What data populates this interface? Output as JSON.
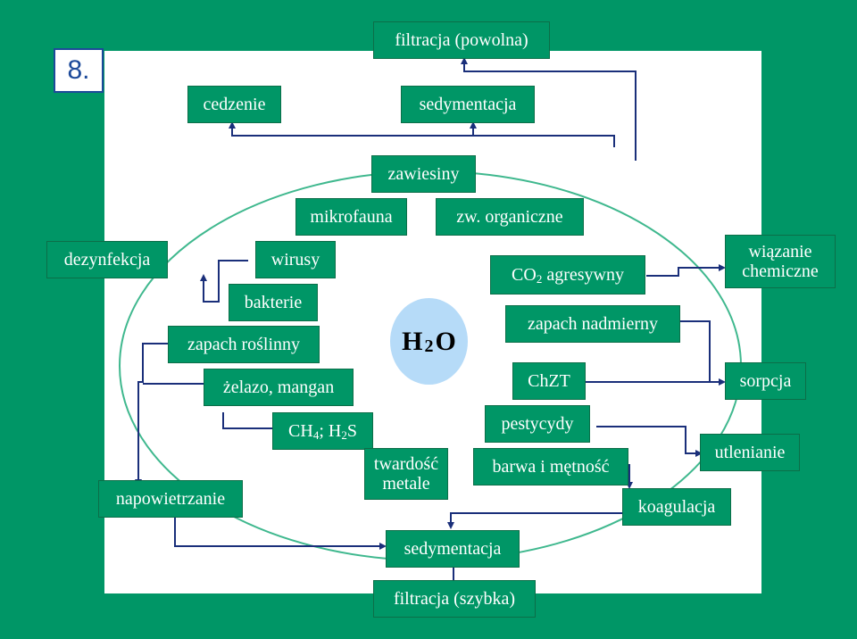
{
  "slide_number": "8.",
  "center_formula": {
    "main": "H",
    "sub": "2",
    "tail": "O"
  },
  "nodes": {
    "filtracja_powolna": "filtracja (powolna)",
    "cedzenie": "cedzenie",
    "sedymentacja_top": "sedymentacja",
    "zawiesiny": "zawiesiny",
    "mikrofauna": "mikrofauna",
    "zw_organiczne": "zw. organiczne",
    "dezynfekcja": "dezynfekcja",
    "wirusy": "wirusy",
    "co2_main": "CO",
    "co2_sub": "2",
    "co2_tail": " agresywny",
    "wiazanie_line1": "wiązanie",
    "wiazanie_line2": "chemiczne",
    "bakterie": "bakterie",
    "zapach_nadmierny": "zapach nadmierny",
    "zapach_roslinny": "zapach roślinny",
    "zelazo_mangan": "żelazo, mangan",
    "chzt": "ChZT",
    "sorpcja": "sorpcja",
    "pestycydy": "pestycydy",
    "ch4_a": "CH",
    "ch4_b": "4",
    "ch4_c": "; H",
    "ch4_d": "2",
    "ch4_e": "S",
    "utlenianie": "utlenianie",
    "twardosc_line1": "twardość",
    "twardosc_line2": "metale",
    "barwa": "barwa i mętność",
    "napowietrzanie": "napowietrzanie",
    "koagulacja": "koagulacja",
    "sedymentacja_bottom": "sedymentacja",
    "filtracja_szybka": "filtracja (szybka)"
  },
  "colors": {
    "background": "#009666",
    "panel": "#ffffff",
    "box_fill": "#009666",
    "box_text": "#ffffff",
    "connector": "#1a2f7a",
    "ellipse": "#3fb88e",
    "h2o_fill": "#b6dbf8",
    "badge_border": "#1d4a9a"
  }
}
